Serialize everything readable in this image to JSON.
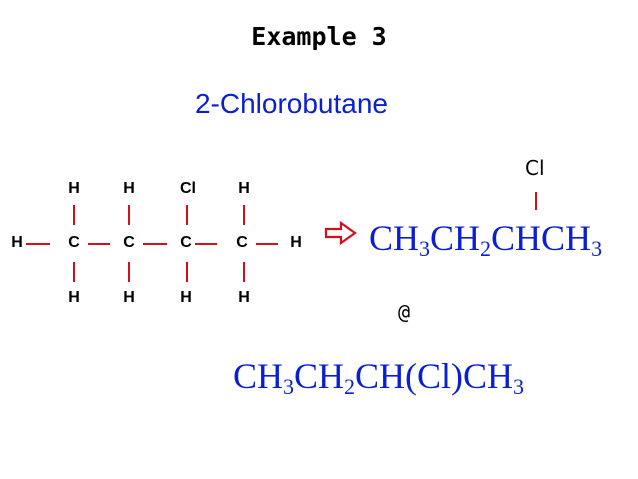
{
  "example_title": "Example 3",
  "compound_name": "2-Chlorobutane",
  "structure": {
    "top_row": [
      "H",
      "H",
      "Cl",
      "H"
    ],
    "middle_row": [
      "H",
      "C",
      "C",
      "C",
      "C",
      "H"
    ],
    "bottom_row": [
      "H",
      "H",
      "H",
      "H"
    ]
  },
  "colors": {
    "bond": "#d2101c",
    "formula_text": "#0a1fd1",
    "arrow": "#d2101c"
  },
  "arrow_icon": "hollow-right-arrow",
  "condensed_1": {
    "substituent": "Cl",
    "parts": [
      "CH",
      "3",
      "CH",
      "2",
      "CHCH",
      "3"
    ]
  },
  "separator": "@",
  "condensed_2": {
    "parts": [
      "CH",
      "3",
      "CH",
      "2",
      "CH(Cl)CH",
      "3"
    ]
  }
}
